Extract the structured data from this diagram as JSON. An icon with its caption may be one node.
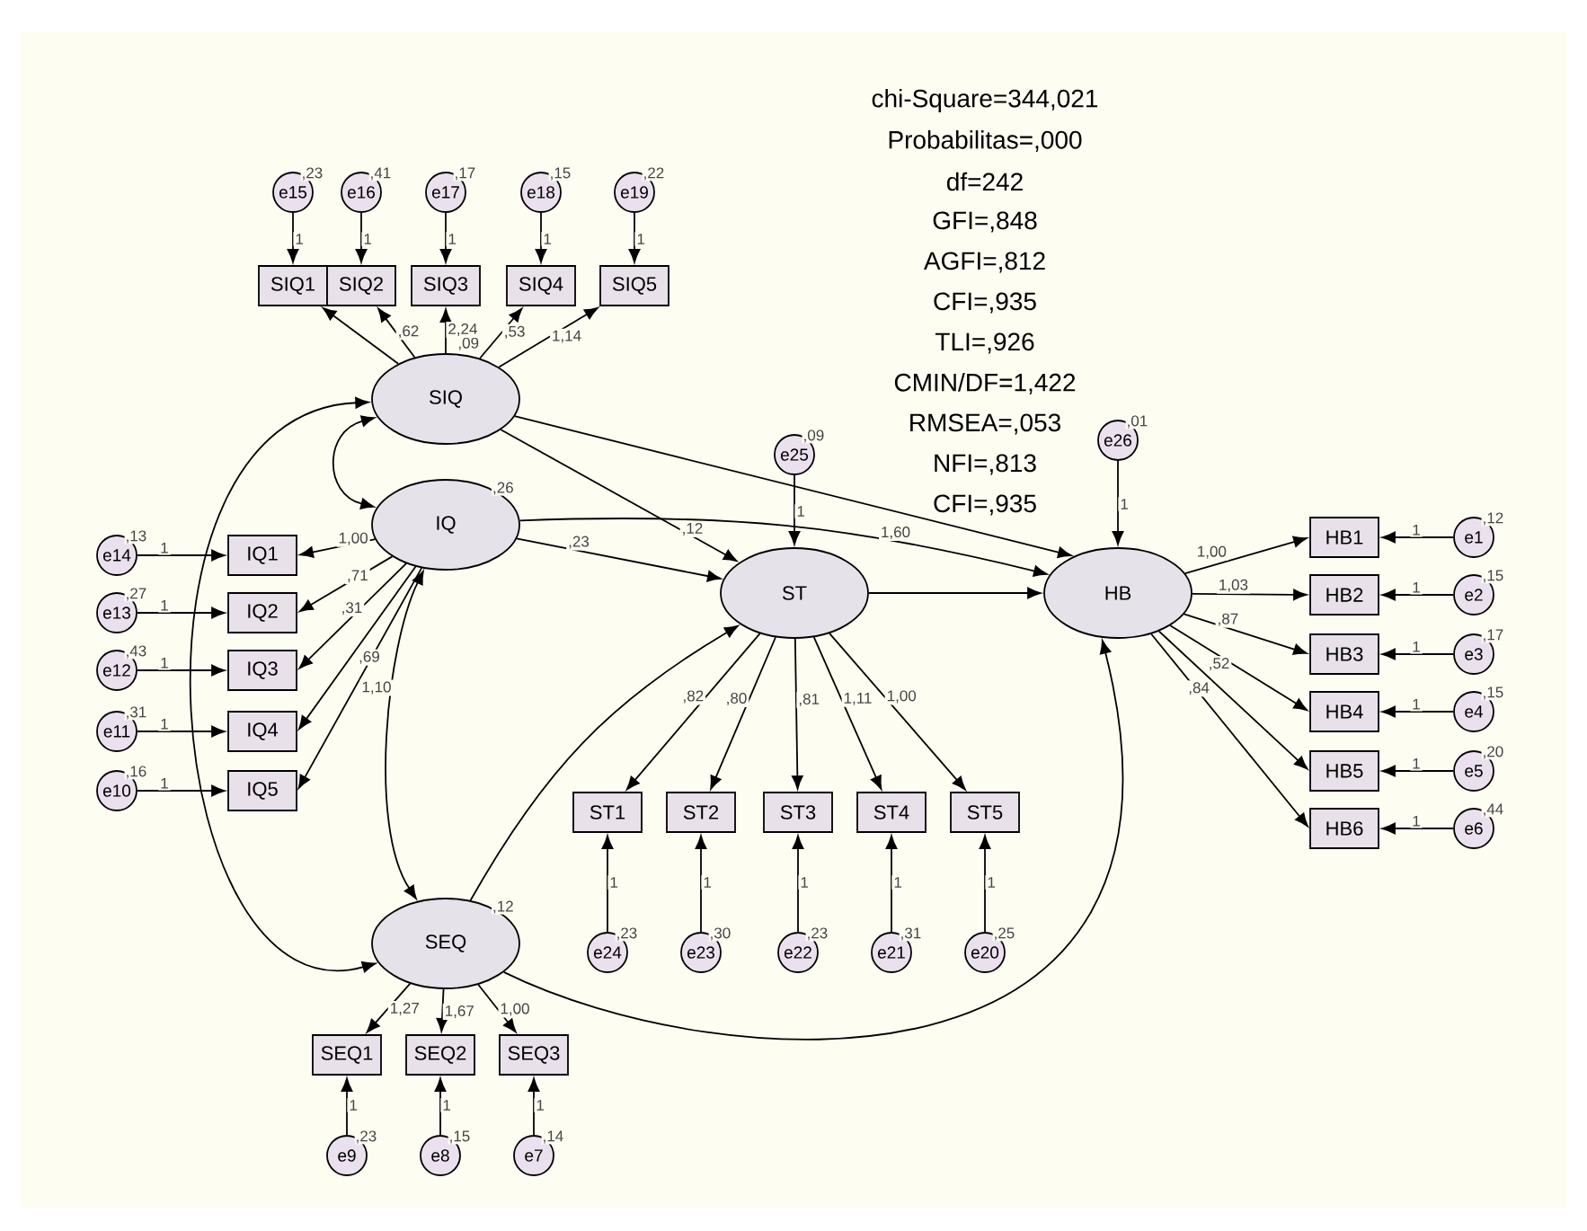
{
  "diagram": {
    "nodes": [
      {
        "text": [
          "e15"
        ],
        "beside": [
          ",23"
        ]
      },
      {
        "text": [
          "e16"
        ],
        "beside": [
          ",41"
        ]
      },
      {
        "text": [
          "e17"
        ],
        "beside": [
          ",17"
        ]
      },
      {
        "text": [
          "e18"
        ],
        "beside": [
          ",15"
        ]
      },
      {
        "text": [
          "e19"
        ],
        "beside": [
          ",22"
        ]
      },
      {
        "text": [
          "SIQ1"
        ]
      },
      {
        "text": [
          "SIQ2"
        ]
      },
      {
        "text": [
          "SIQ3"
        ]
      },
      {
        "text": [
          "SIQ4"
        ]
      },
      {
        "text": [
          "SIQ5"
        ]
      },
      {
        "text": [
          "SIQ"
        ],
        "beside": [
          ",09"
        ]
      },
      {
        "text": [
          "e14"
        ],
        "beside": [
          ",13"
        ]
      },
      {
        "text": [
          "e13"
        ],
        "beside": [
          ",27"
        ]
      },
      {
        "text": [
          "e12"
        ],
        "beside": [
          ",43"
        ]
      },
      {
        "text": [
          "e11"
        ],
        "beside": [
          ",31"
        ]
      },
      {
        "text": [
          "e10"
        ],
        "beside": [
          ",16"
        ]
      },
      {
        "text": [
          "IQ1"
        ]
      },
      {
        "text": [
          "IQ2"
        ]
      },
      {
        "text": [
          "IQ3"
        ]
      },
      {
        "text": [
          "IQ4"
        ]
      },
      {
        "text": [
          "IQ5"
        ]
      },
      {
        "text": [
          "IQ"
        ],
        "beside": [
          ",26"
        ]
      },
      {
        "text": [
          "e25"
        ],
        "beside": [
          ",09"
        ]
      },
      {
        "text": [
          "ST"
        ]
      },
      {
        "text": [
          "ST1"
        ]
      },
      {
        "text": [
          "ST2"
        ]
      },
      {
        "text": [
          "ST3"
        ]
      },
      {
        "text": [
          "ST4"
        ]
      },
      {
        "text": [
          "ST5"
        ]
      },
      {
        "text": [
          "e24"
        ],
        "beside": [
          ",23"
        ]
      },
      {
        "text": [
          "e23"
        ],
        "beside": [
          ",30"
        ]
      },
      {
        "text": [
          "e22"
        ],
        "beside": [
          ",23"
        ]
      },
      {
        "text": [
          "e21"
        ],
        "beside": [
          ",31"
        ]
      },
      {
        "text": [
          "e20"
        ],
        "beside": [
          ",25"
        ]
      },
      {
        "text": [
          "e26"
        ],
        "beside": [
          ",01"
        ]
      },
      {
        "text": [
          "HB"
        ]
      },
      {
        "text": [
          "HB1"
        ]
      },
      {
        "text": [
          "HB2"
        ]
      },
      {
        "text": [
          "HB3"
        ]
      },
      {
        "text": [
          "HB4"
        ]
      },
      {
        "text": [
          "HB5"
        ]
      },
      {
        "text": [
          "HB6"
        ]
      },
      {
        "text": [
          "e1"
        ],
        "beside": [
          ",12"
        ]
      },
      {
        "text": [
          "e2"
        ],
        "beside": [
          ",15"
        ]
      },
      {
        "text": [
          "e3"
        ],
        "beside": [
          ",17"
        ]
      },
      {
        "text": [
          "e4"
        ],
        "beside": [
          ",15"
        ]
      },
      {
        "text": [
          "e5"
        ],
        "beside": [
          ",20"
        ]
      },
      {
        "text": [
          "e6"
        ],
        "beside": [
          ",44"
        ]
      },
      {
        "text": [
          "SEQ"
        ],
        "beside": [
          ",12"
        ]
      },
      {
        "text": [
          "SEQ1"
        ]
      },
      {
        "text": [
          "SEQ2"
        ]
      },
      {
        "text": [
          "SEQ3"
        ]
      },
      {
        "text": [
          "e9"
        ],
        "beside": [
          ",23"
        ]
      },
      {
        "text": [
          "e8"
        ],
        "beside": [
          ",15"
        ]
      },
      {
        "text": [
          "e7"
        ],
        "beside": [
          ",14"
        ]
      }
    ],
    "edges": [
      {
        "from": 0,
        "to": 5,
        "arrow": "to",
        "label": "1"
      },
      {
        "from": 1,
        "to": 6,
        "arrow": "to",
        "label": "1"
      },
      {
        "from": 2,
        "to": 7,
        "arrow": "to",
        "label": "1"
      },
      {
        "from": 3,
        "to": 8,
        "arrow": "to",
        "label": "1"
      },
      {
        "from": 4,
        "to": 9,
        "arrow": "to",
        "label": "1"
      },
      {
        "from": 10,
        "to": 5,
        "arrow": "to"
      },
      {
        "from": 10,
        "to": 6,
        "arrow": "to",
        "label": ",62"
      },
      {
        "from": 10,
        "to": 7,
        "arrow": "to",
        "label": "2,24"
      },
      {
        "from": 10,
        "to": 8,
        "arrow": "to",
        "label": ",53"
      },
      {
        "from": 10,
        "to": 9,
        "arrow": "to",
        "label": "1,14"
      },
      {
        "from": 11,
        "to": 16,
        "arrow": "to",
        "label": "1"
      },
      {
        "from": 12,
        "to": 17,
        "arrow": "to",
        "label": "1"
      },
      {
        "from": 13,
        "to": 18,
        "arrow": "to",
        "label": "1"
      },
      {
        "from": 14,
        "to": 19,
        "arrow": "to",
        "label": "1"
      },
      {
        "from": 15,
        "to": 20,
        "arrow": "to",
        "label": "1"
      },
      {
        "from": 21,
        "to": 16,
        "arrow": "to",
        "label": "1,00"
      },
      {
        "from": 21,
        "to": 17,
        "arrow": "to",
        "label": ",71"
      },
      {
        "from": 21,
        "to": 18,
        "arrow": "to",
        "label": ",31"
      },
      {
        "from": 21,
        "to": 19,
        "arrow": "to",
        "label": ",69"
      },
      {
        "from": 21,
        "to": 20,
        "arrow": "to",
        "label": "1,10"
      },
      {
        "from": 22,
        "to": 23,
        "arrow": "to",
        "label": "1"
      },
      {
        "from": 23,
        "to": 24,
        "arrow": "to",
        "label": ",82"
      },
      {
        "from": 23,
        "to": 25,
        "arrow": "to",
        "label": ",80"
      },
      {
        "from": 23,
        "to": 26,
        "arrow": "to",
        "label": ",81"
      },
      {
        "from": 23,
        "to": 27,
        "arrow": "to",
        "label": "1,11"
      },
      {
        "from": 23,
        "to": 28,
        "arrow": "to",
        "label": "1,00"
      },
      {
        "from": 29,
        "to": 24,
        "arrow": "to",
        "label": "1"
      },
      {
        "from": 30,
        "to": 25,
        "arrow": "to",
        "label": "1"
      },
      {
        "from": 31,
        "to": 26,
        "arrow": "to",
        "label": "1"
      },
      {
        "from": 32,
        "to": 27,
        "arrow": "to",
        "label": "1"
      },
      {
        "from": 33,
        "to": 28,
        "arrow": "to",
        "label": "1"
      },
      {
        "from": 34,
        "to": 35,
        "arrow": "to",
        "label": "1"
      },
      {
        "from": 35,
        "to": 36,
        "arrow": "to",
        "label": "1,00"
      },
      {
        "from": 35,
        "to": 37,
        "arrow": "to",
        "label": "1,03"
      },
      {
        "from": 35,
        "to": 38,
        "arrow": "to",
        "label": ",87"
      },
      {
        "from": 35,
        "to": 39,
        "arrow": "to",
        "label": ",52"
      },
      {
        "from": 35,
        "to": 40,
        "arrow": "to",
        "label": ",84"
      },
      {
        "from": 35,
        "to": 41,
        "arrow": "to"
      },
      {
        "from": 42,
        "to": 36,
        "arrow": "to",
        "label": "1"
      },
      {
        "from": 43,
        "to": 37,
        "arrow": "to",
        "label": "1"
      },
      {
        "from": 44,
        "to": 38,
        "arrow": "to",
        "label": "1"
      },
      {
        "from": 45,
        "to": 39,
        "arrow": "to",
        "label": "1"
      },
      {
        "from": 46,
        "to": 40,
        "arrow": "to",
        "label": "1"
      },
      {
        "from": 47,
        "to": 41,
        "arrow": "to",
        "label": "1"
      },
      {
        "from": 48,
        "to": 49,
        "arrow": "to",
        "label": "1,27"
      },
      {
        "from": 48,
        "to": 50,
        "arrow": "to",
        "label": "1,67"
      },
      {
        "from": 48,
        "to": 51,
        "arrow": "to",
        "label": "1,00"
      },
      {
        "from": 52,
        "to": 49,
        "arrow": "to",
        "label": "1"
      },
      {
        "from": 53,
        "to": 50,
        "arrow": "to",
        "label": "1"
      },
      {
        "from": 54,
        "to": 51,
        "arrow": "to",
        "label": "1"
      },
      {
        "from": 10,
        "to": 23,
        "arrow": "to",
        "label": ",12"
      },
      {
        "from": 10,
        "to": 35,
        "arrow": "to"
      },
      {
        "from": 21,
        "to": 23,
        "arrow": "to",
        "label": ",23"
      },
      {
        "from": 21,
        "to": 35,
        "arrow": "to",
        "label": "1,60"
      },
      {
        "from": 23,
        "to": 35,
        "arrow": "to"
      },
      {
        "from": 48,
        "to": 23,
        "arrow": "to"
      },
      {
        "from": 48,
        "to": 35,
        "arrow": "to"
      },
      {
        "from": 10,
        "to": 21,
        "arrow": "both"
      },
      {
        "from": 21,
        "to": 48,
        "arrow": "both"
      },
      {
        "from": 10,
        "to": 48,
        "arrow": "both"
      }
    ],
    "labels": [
      "chi-Square=344,021",
      "Probabilitas=,000",
      "df=242",
      "GFI=,848",
      "AGFI=,812",
      "CFI=,935",
      "TLI=,926",
      "CMIN/DF=1,422",
      "RMSEA=,053",
      "NFI=,813",
      "CFI=,935"
    ]
  }
}
